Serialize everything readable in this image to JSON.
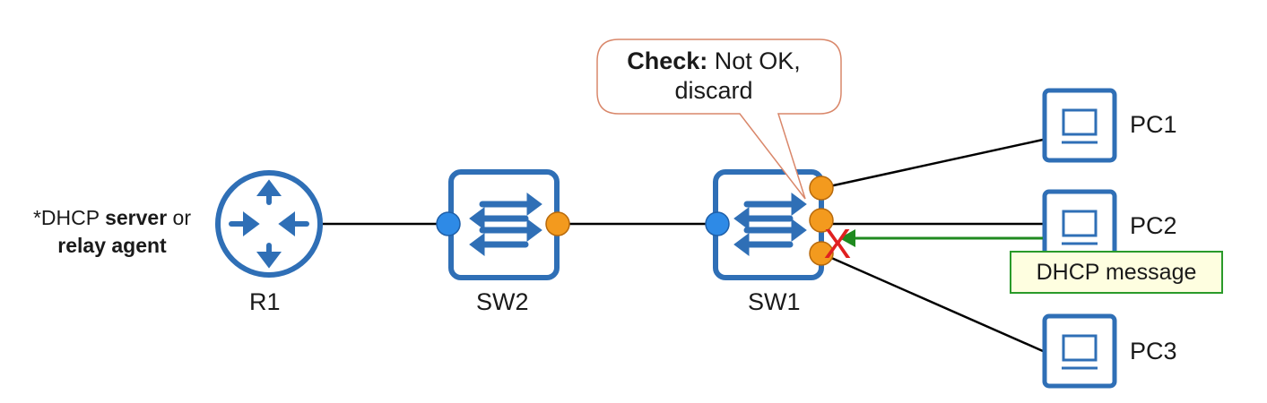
{
  "colors": {
    "device_blue": "#2f6fb6",
    "port_blue": "#2e8ae6",
    "port_orange": "#f39a1e",
    "discard_red": "#e02020",
    "arrow_green": "#1f8a1f",
    "callout_border": "#d9876a"
  },
  "devices": {
    "r1": {
      "label": "R1",
      "icon": "router-icon"
    },
    "sw2": {
      "label": "SW2",
      "icon": "switch-icon"
    },
    "sw1": {
      "label": "SW1",
      "icon": "switch-icon"
    },
    "pc1": {
      "label": "PC1",
      "icon": "pc-icon"
    },
    "pc2": {
      "label": "PC2",
      "icon": "pc-icon"
    },
    "pc3": {
      "label": "PC3",
      "icon": "pc-icon"
    }
  },
  "r1_note": {
    "prefix": "*DHCP ",
    "server": "server",
    "or": " or",
    "relay_agent": "relay agent"
  },
  "callout": {
    "check_label": "Check:",
    "check_result": " Not OK,",
    "action": "discard"
  },
  "message": {
    "label": "DHCP message"
  },
  "marks": {
    "discard": "X"
  }
}
